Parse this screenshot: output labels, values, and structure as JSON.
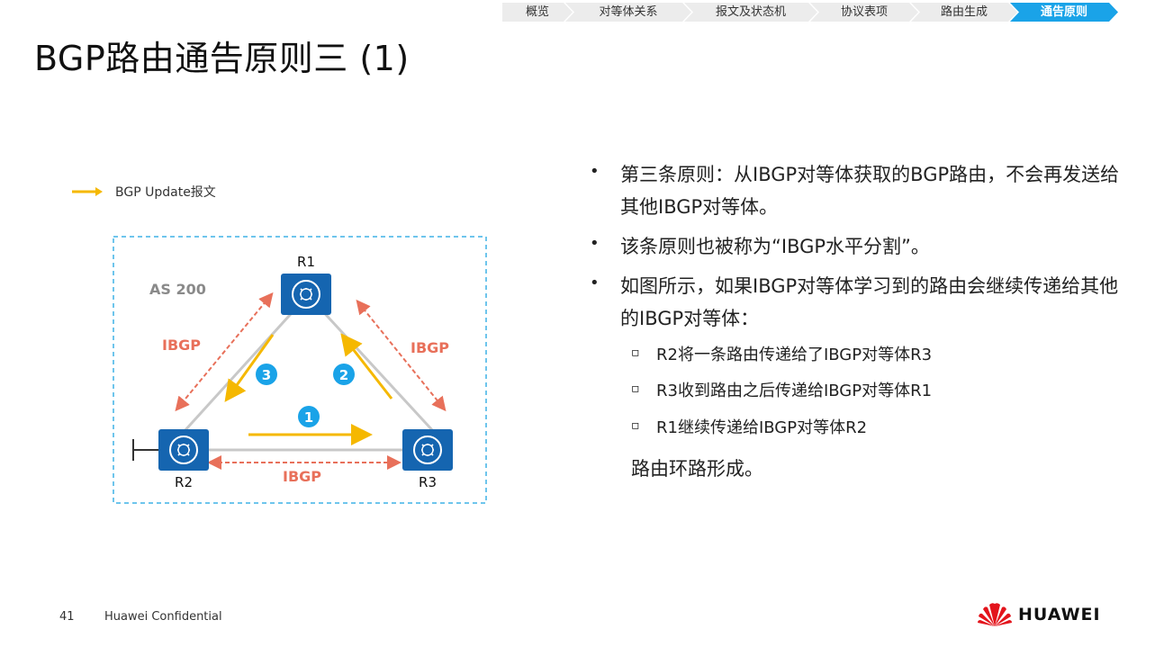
{
  "nav": {
    "items": [
      "概览",
      "对等体关系",
      "报文及状态机",
      "协议表项",
      "路由生成",
      "通告原则"
    ],
    "active_index": 5
  },
  "title": "BGP路由通告原则三 (1)",
  "legend": {
    "label": "BGP Update报文"
  },
  "diagram": {
    "as_label": "AS 200",
    "routers": [
      "R1",
      "R2",
      "R3"
    ],
    "ibgp_labels": [
      "IBGP",
      "IBGP",
      "IBGP"
    ],
    "steps": [
      "1",
      "2",
      "3"
    ]
  },
  "bullets": [
    "第三条原则：从IBGP对等体获取的BGP路由，不会再发送给其他IBGP对等体。",
    "该条原则也被称为“IBGP水平分割”。",
    "如图所示，如果IBGP对等体学习到的路由会继续传递给其他的IBGP对等体："
  ],
  "sub_bullets": [
    "R2将一条路由传递给了IBGP对等体R3",
    "R3收到路由之后传递给IBGP对等体R1",
    "R1继续传递给IBGP对等体R2"
  ],
  "conclusion": "路由环路形成。",
  "footer": {
    "page_number": "41",
    "confidential": "Huawei Confidential",
    "brand": "HUAWEI"
  },
  "colors": {
    "accent": "#1aa3e8",
    "router": "#1565b0",
    "update_arrow": "#f5b800",
    "ibgp": "#e8705a",
    "step_circle": "#1aa3e8"
  }
}
